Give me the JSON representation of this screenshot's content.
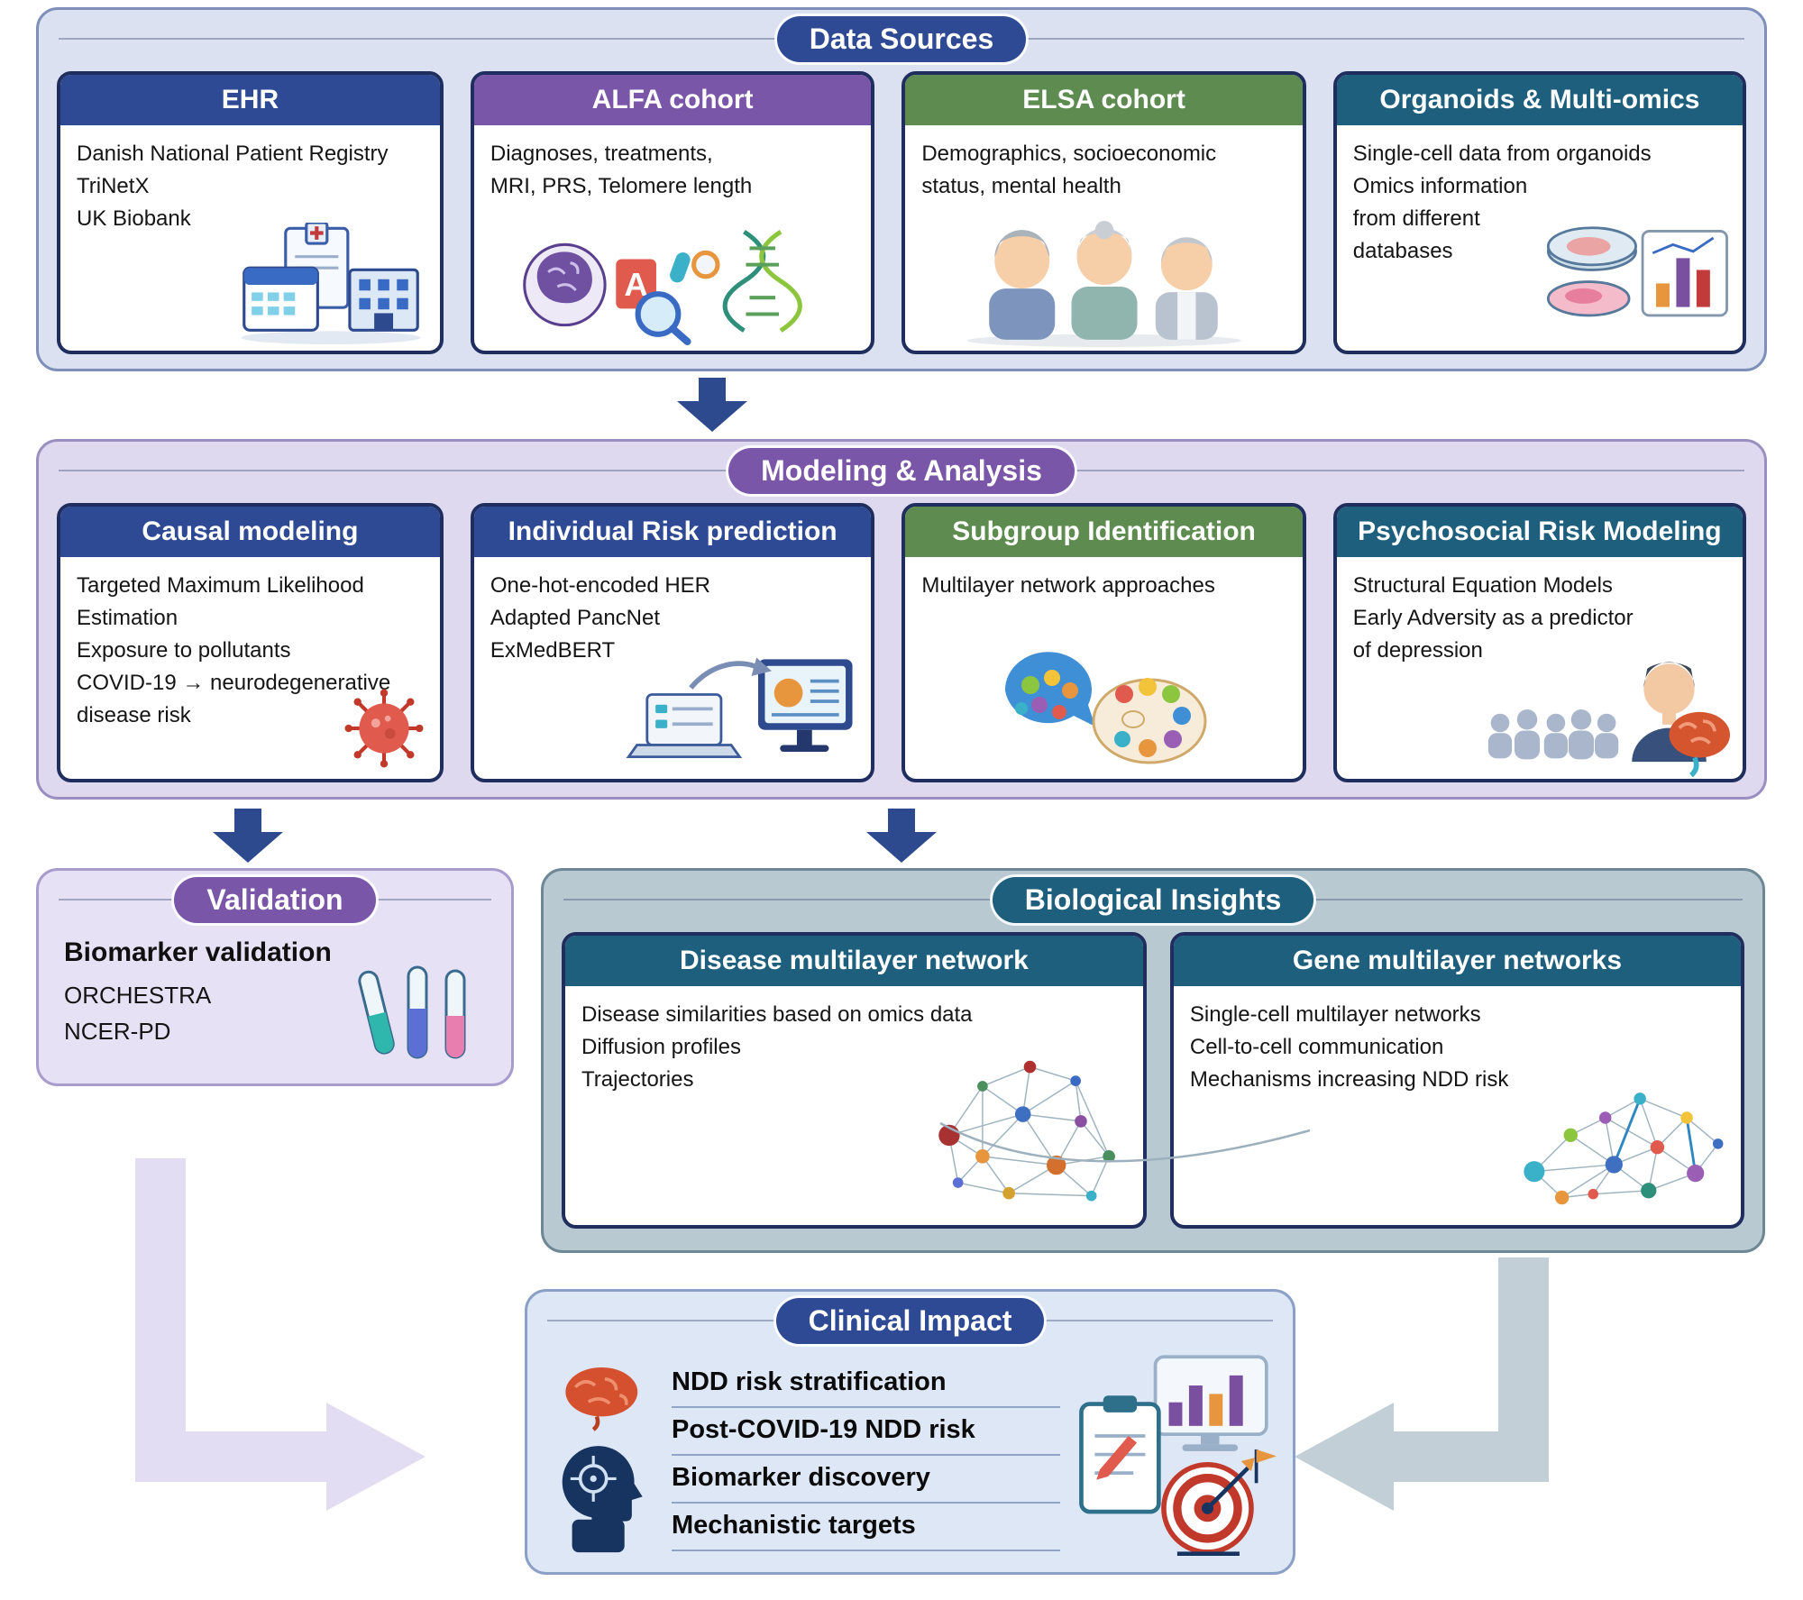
{
  "colors": {
    "navy": "#2f4a94",
    "purple": "#7a56a8",
    "green": "#5e8c50",
    "teal": "#1d5f7d",
    "arrow": "#2e4a8f",
    "ds_bg": "#dce1f2",
    "ma_bg": "#ded9ef",
    "val_bg": "#e7e1f5",
    "bio_bg": "#b9c9d1",
    "ci_bg": "#dde7f6",
    "card_border": "#1f2e5e",
    "big_arrow_left": "#e3ddf3",
    "big_arrow_right": "#c2cfd6"
  },
  "data_sources": {
    "title": "Data Sources",
    "cards": [
      {
        "title": "EHR",
        "lines": [
          "Danish National Patient Registry",
          "TriNetX",
          "UK Biobank"
        ]
      },
      {
        "title": "ALFA cohort",
        "lines": [
          "Diagnoses, treatments,",
          "MRI, PRS, Telomere length"
        ]
      },
      {
        "title": "ELSA cohort",
        "lines": [
          "Demographics, socioeconomic",
          "status, mental health"
        ]
      },
      {
        "title": "Organoids & Multi-omics",
        "lines": [
          "Single-cell data from organoids",
          "Omics information",
          "from different",
          "databases"
        ]
      }
    ]
  },
  "modeling": {
    "title": "Modeling & Analysis",
    "cards": [
      {
        "title": "Causal modeling",
        "lines": [
          "Targeted Maximum Likelihood",
          "Estimation",
          "Exposure to pollutants",
          "COVID-19 → neurodegenerative",
          "disease risk"
        ]
      },
      {
        "title": "Individual Risk prediction",
        "lines": [
          "One-hot-encoded HER",
          "Adapted PancNet",
          "ExMedBERT"
        ]
      },
      {
        "title": "Subgroup Identification",
        "lines": [
          "Multilayer network approaches"
        ]
      },
      {
        "title": "Psychosocial Risk Modeling",
        "lines": [
          "Structural Equation Models",
          "Early Adversity as a predictor",
          "of depression"
        ]
      }
    ]
  },
  "validation": {
    "title": "Validation",
    "heading": "Biomarker validation",
    "lines": [
      "ORCHESTRA",
      "NCER-PD"
    ]
  },
  "biological": {
    "title": "Biological Insights",
    "cards": [
      {
        "title": "Disease multilayer network",
        "lines": [
          "Disease similarities based on omics data",
          "Diffusion profiles",
          "Trajectories"
        ]
      },
      {
        "title": "Gene multilayer networks",
        "lines": [
          "Single-cell multilayer networks",
          "Cell-to-cell communication",
          "Mechanisms increasing NDD risk"
        ]
      }
    ]
  },
  "clinical": {
    "title": "Clinical Impact",
    "items": [
      "NDD risk stratification",
      "Post-COVID-19 NDD risk",
      "Biomarker discovery",
      "Mechanistic targets"
    ]
  }
}
